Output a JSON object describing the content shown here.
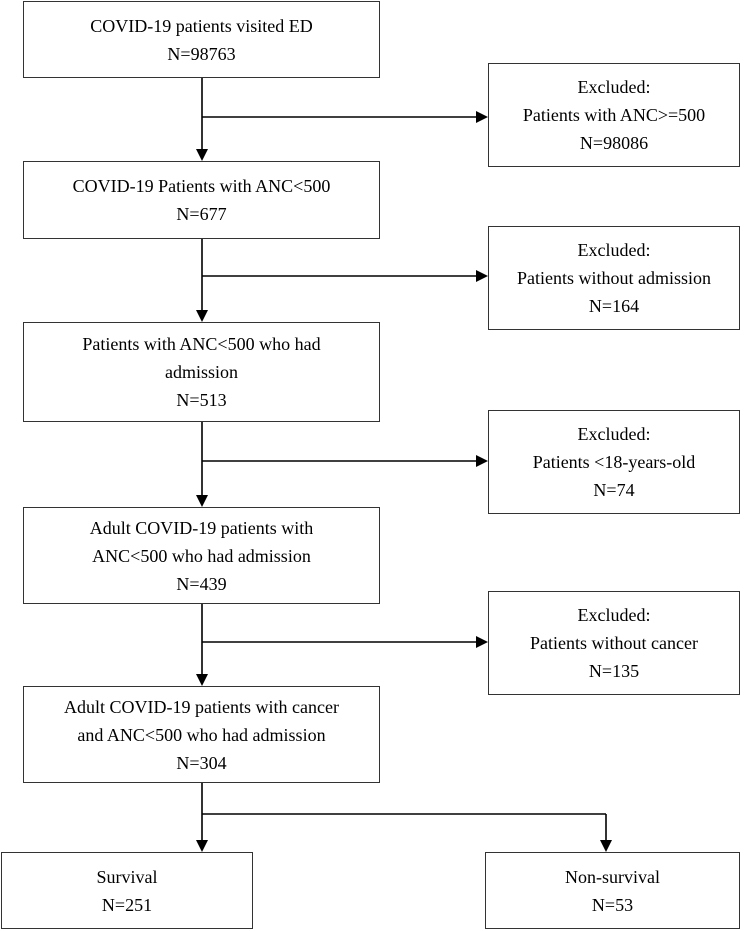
{
  "main_boxes": [
    {
      "lines": [
        "COVID-19 patients visited ED",
        "N=98763"
      ]
    },
    {
      "lines": [
        "COVID-19 Patients with ANC<500",
        "N=677"
      ]
    },
    {
      "lines": [
        "Patients with ANC<500 who had",
        "admission",
        "N=513"
      ]
    },
    {
      "lines": [
        "Adult COVID-19 patients with",
        "ANC<500 who had admission",
        "N=439"
      ]
    },
    {
      "lines": [
        "Adult COVID-19 patients with cancer",
        "and ANC<500 who had admission",
        "N=304"
      ]
    }
  ],
  "excluded_boxes": [
    {
      "lines": [
        "Excluded:",
        "Patients with ANC>=500",
        "N=98086"
      ]
    },
    {
      "lines": [
        "Excluded:",
        "Patients without admission",
        "N=164"
      ]
    },
    {
      "lines": [
        "Excluded:",
        "Patients <18-years-old",
        "N=74"
      ]
    },
    {
      "lines": [
        "Excluded:",
        "Patients without cancer",
        "N=135"
      ]
    }
  ],
  "outcome_boxes": [
    {
      "lines": [
        "Survival",
        "N=251"
      ]
    },
    {
      "lines": [
        "Non-survival",
        "N=53"
      ]
    }
  ]
}
